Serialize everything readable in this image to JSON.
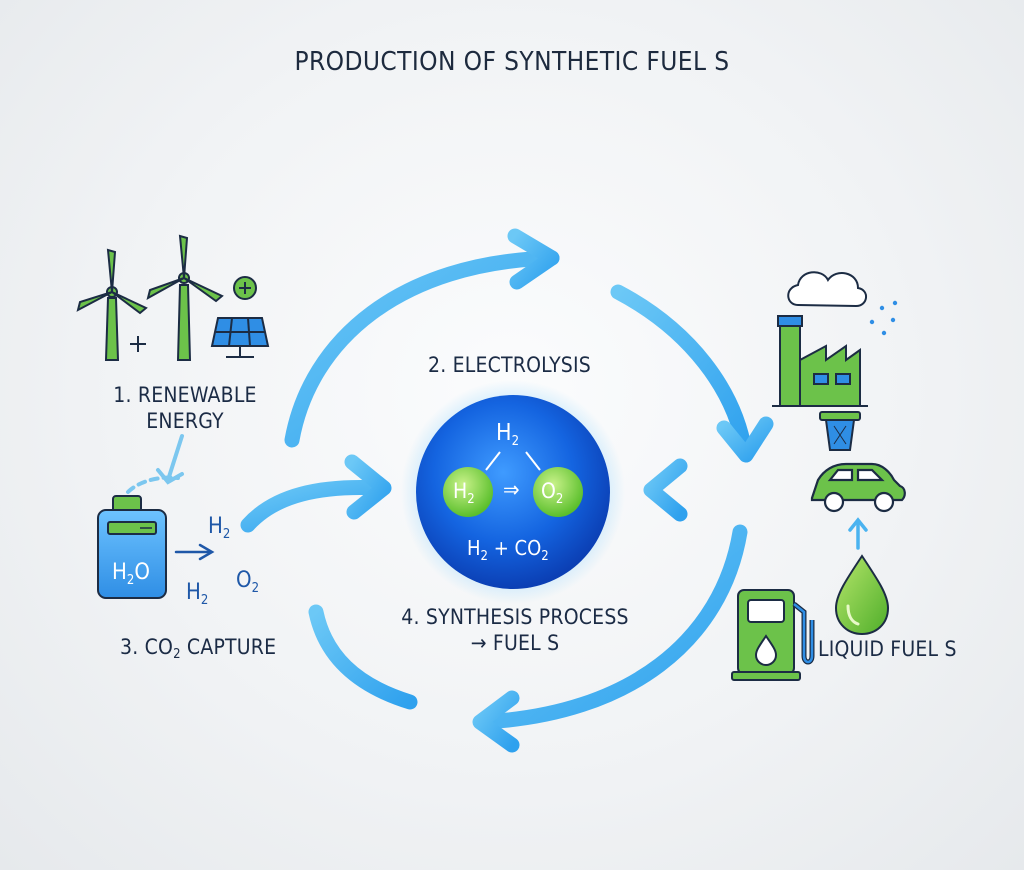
{
  "title": "PRODUCTION OF SYNTHETIC FUEL S",
  "steps": {
    "renewable": {
      "line1": "1. RENEWABLE",
      "line2": "ENERGY"
    },
    "electrolysis": {
      "label": "2. ELECTROLYSIS"
    },
    "capture": {
      "prefix": "3. CO",
      "sub": "2",
      "suffix": " CAPTURE"
    },
    "synthesis": {
      "line1": "4. SYNTHESIS PROCESS",
      "line2": "→ FUEL S"
    },
    "liquid": {
      "label": "LIQUID FUEL S"
    }
  },
  "chemistry": {
    "h": "H",
    "o": "O",
    "two": "2",
    "arrow_reaction": "⇒",
    "arrow_capture": "—›",
    "plus_co": " + CO"
  },
  "icons": {
    "plus": "+",
    "colors": {
      "green": "#6cc24a",
      "blue": "#2f8ee5",
      "arrow": "#4ab3f0",
      "dark": "#1c2c44"
    }
  }
}
